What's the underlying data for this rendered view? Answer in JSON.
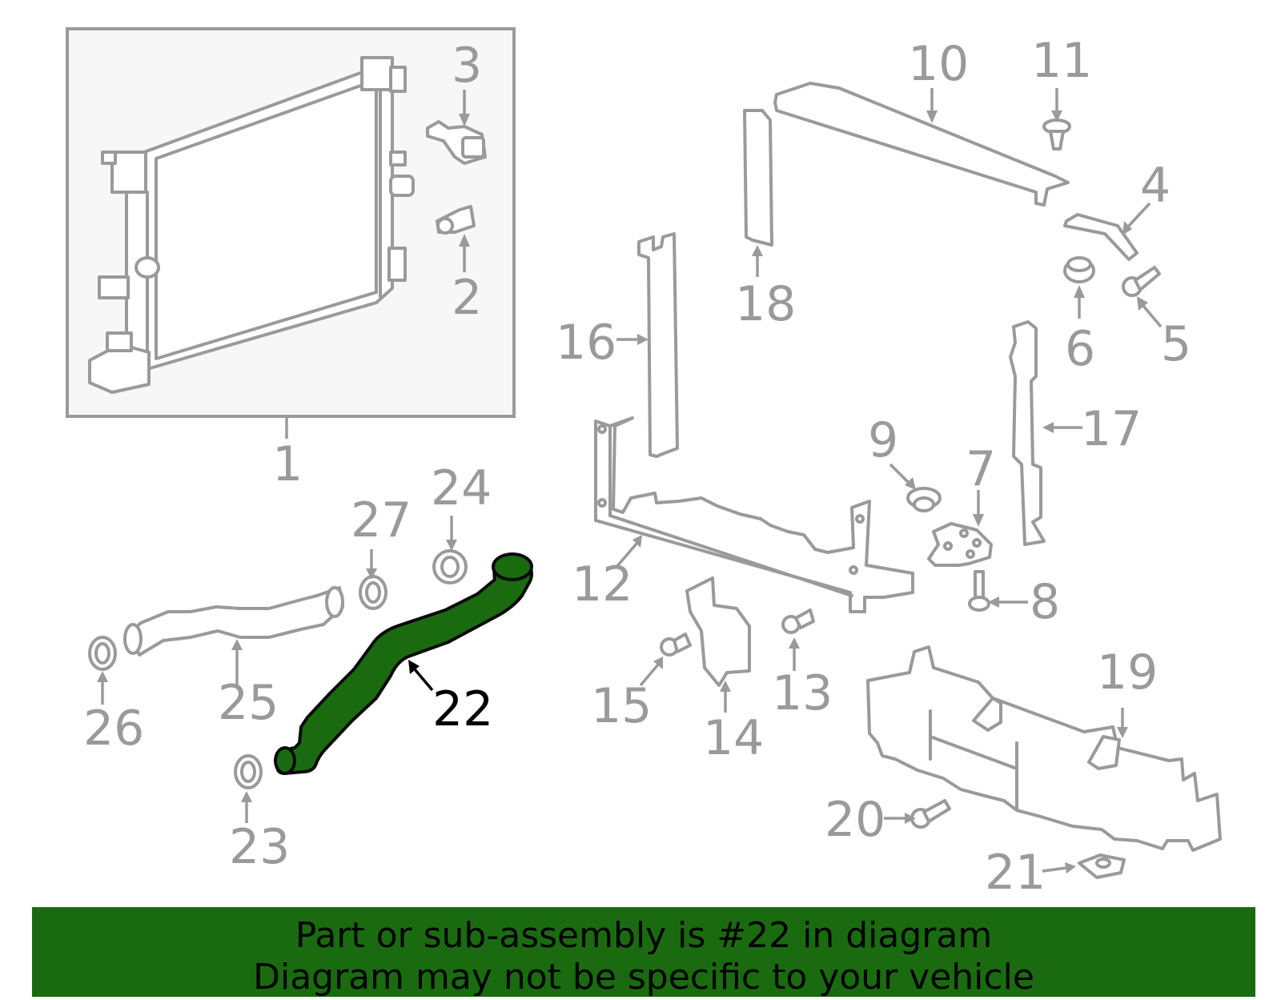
{
  "callouts": {
    "c1": "1",
    "c2": "2",
    "c3": "3",
    "c4": "4",
    "c5": "5",
    "c6": "6",
    "c7": "7",
    "c8": "8",
    "c9": "9",
    "c10": "10",
    "c11": "11",
    "c12": "12",
    "c13": "13",
    "c14": "14",
    "c15": "15",
    "c16": "16",
    "c17": "17",
    "c18": "18",
    "c19": "19",
    "c20": "20",
    "c21": "21",
    "c22": "22",
    "c23": "23",
    "c24": "24",
    "c25": "25",
    "c26": "26",
    "c27": "27"
  },
  "highlight": {
    "part": "22",
    "color": "#1a6b10"
  },
  "banner": {
    "line1": "Part or sub-assembly is #22 in diagram",
    "line2": "Diagram may not be specific to your vehicle",
    "color": "#1a6b10"
  }
}
